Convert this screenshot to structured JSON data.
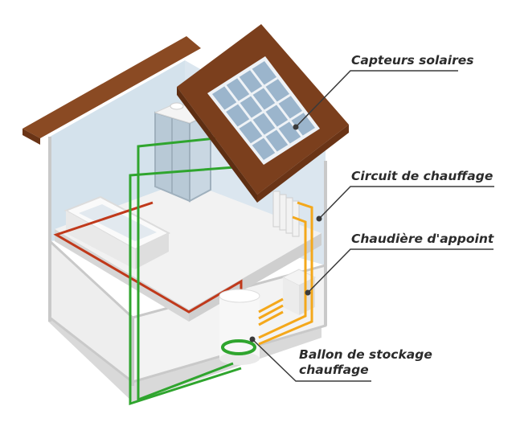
{
  "labels": {
    "solar_panels": "Capteurs solaires",
    "heating_circuit": "Circuit de chauffage",
    "backup_boiler": "Chaudière d'appoint",
    "storage_tank": {
      "line1": "Ballon de stockage",
      "line2": "chauffage"
    }
  },
  "colors": {
    "roof": "#7a3e1f",
    "roof_edge": "#9c5a32",
    "solar_frame": "#6e3a1c",
    "solar_cells": "#8ba9c6",
    "wall_back": "#cfdde8",
    "floor": "#e6e6e6",
    "outline": "#c9c9c9",
    "pipe_green": "#2fa52e",
    "pipe_orange": "#f4a81b",
    "pipe_red": "#c0391b",
    "leader": "#3a3a3a"
  }
}
